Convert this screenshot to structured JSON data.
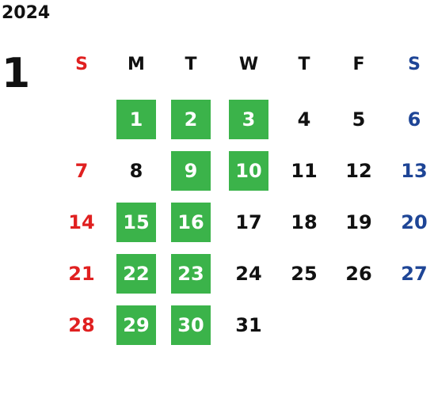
{
  "year": "2024",
  "month": "1",
  "weekdays": [
    "S",
    "M",
    "T",
    "W",
    "T",
    "F",
    "S"
  ],
  "colors": {
    "sunday": "#e02020",
    "saturday": "#1e4596",
    "weekday": "#111111",
    "highlight_bg": "#3bb34a",
    "highlight_text": "#ffffff"
  },
  "weeks": [
    [
      {
        "day": ""
      },
      {
        "day": "1",
        "highlight": true
      },
      {
        "day": "2",
        "highlight": true
      },
      {
        "day": "3",
        "highlight": true
      },
      {
        "day": "4"
      },
      {
        "day": "5"
      },
      {
        "day": "6"
      }
    ],
    [
      {
        "day": "7"
      },
      {
        "day": "8"
      },
      {
        "day": "9",
        "highlight": true
      },
      {
        "day": "10",
        "highlight": true
      },
      {
        "day": "11"
      },
      {
        "day": "12"
      },
      {
        "day": "13"
      }
    ],
    [
      {
        "day": "14"
      },
      {
        "day": "15",
        "highlight": true
      },
      {
        "day": "16",
        "highlight": true
      },
      {
        "day": "17"
      },
      {
        "day": "18"
      },
      {
        "day": "19"
      },
      {
        "day": "20"
      }
    ],
    [
      {
        "day": "21"
      },
      {
        "day": "22",
        "highlight": true
      },
      {
        "day": "23",
        "highlight": true
      },
      {
        "day": "24"
      },
      {
        "day": "25"
      },
      {
        "day": "26"
      },
      {
        "day": "27"
      }
    ],
    [
      {
        "day": "28"
      },
      {
        "day": "29",
        "highlight": true
      },
      {
        "day": "30",
        "highlight": true
      },
      {
        "day": "31"
      },
      {
        "day": ""
      },
      {
        "day": ""
      },
      {
        "day": ""
      }
    ]
  ]
}
